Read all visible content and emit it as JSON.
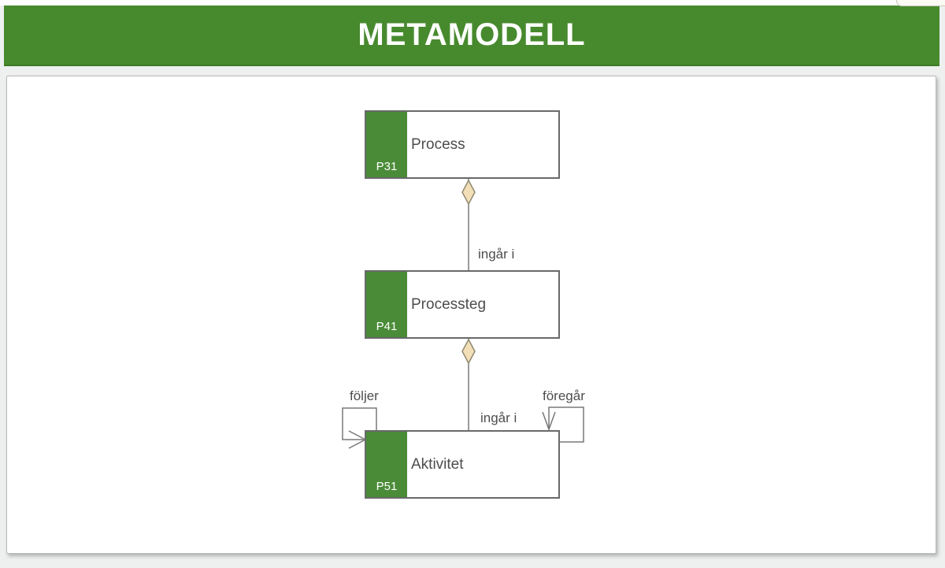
{
  "header": {
    "title": "METAMODELL",
    "background_color": "#478a2e",
    "text_color": "#ffffff"
  },
  "diagram": {
    "entities": [
      {
        "id": "P31",
        "label": "Process"
      },
      {
        "id": "P41",
        "label": "Processteg"
      },
      {
        "id": "P51",
        "label": "Aktivitet"
      }
    ],
    "relations": {
      "ingar_i_1": "ingår i",
      "ingar_i_2": "ingår i",
      "foljer": "följer",
      "foregar": "föregår"
    },
    "colors": {
      "entity_green": "#4a8b38",
      "entity_border": "#696969",
      "entity_text": "#4d4d4d",
      "connector_line": "#787878",
      "diamond_fill": "#f3dfb7",
      "diamond_stroke": "#8f8972"
    }
  }
}
